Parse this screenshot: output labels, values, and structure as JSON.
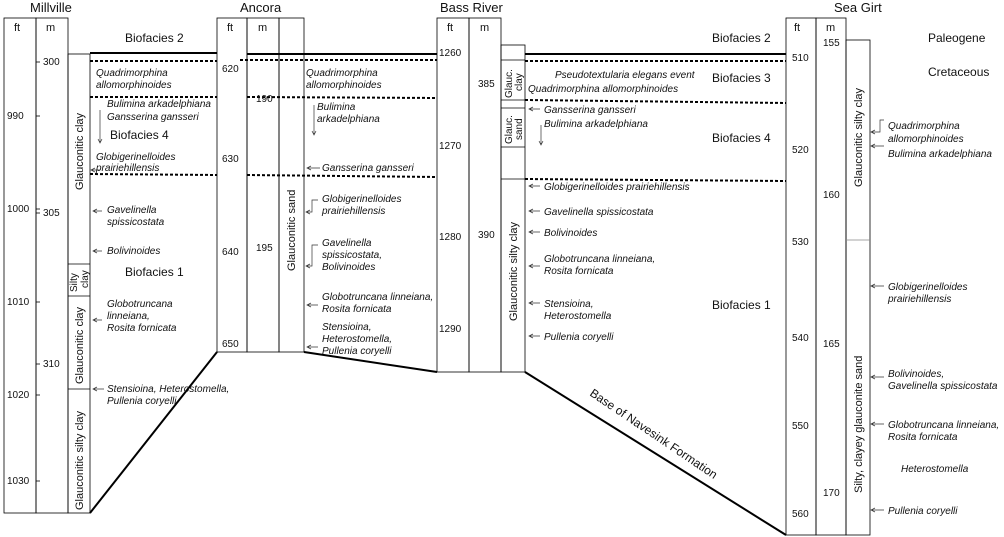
{
  "sections": {
    "millville": "Millville",
    "ancora": "Ancora",
    "bass_river": "Bass River",
    "sea_girt": "Sea Girt"
  },
  "units": {
    "ft": "ft",
    "m": "m"
  },
  "depths": {
    "millville_ft": [
      "990",
      "1000",
      "1010",
      "1020",
      "1030"
    ],
    "millville_m": [
      "300",
      "305",
      "310"
    ],
    "ancora_ft": [
      "620",
      "630",
      "640",
      "650"
    ],
    "ancora_m": [
      "190",
      "195"
    ],
    "bass_ft": [
      "1260",
      "1270",
      "1280",
      "1290"
    ],
    "bass_m": [
      "385",
      "390"
    ],
    "seagirt_ft": [
      "510",
      "520",
      "530",
      "540",
      "550",
      "560"
    ],
    "seagirt_m": [
      "155",
      "160",
      "165",
      "170"
    ]
  },
  "lithology": {
    "glauconitic_clay": "Glauconitic clay",
    "silty": "Silty",
    "clay": "clay",
    "glauconitic_silty_clay": "Glauconitic silty clay",
    "glauconitic_sand": "Glauconitic sand",
    "glauc": "Glauc.",
    "sand": "sand",
    "silty_clayey_glauconite_sand": "Silty, clayey glauconite sand"
  },
  "biofacies": {
    "b1": "Biofacies 1",
    "b2": "Biofacies 2",
    "b3": "Biofacies 3",
    "b4": "Biofacies 4"
  },
  "periods": {
    "paleogene": "Paleogene",
    "cretaceous": "Cretaceous"
  },
  "base_label": "Base of Navesink Formation",
  "taxa": {
    "quadrimorphina": "Quadrimorphina",
    "allomorphinoides": "allomorphinoides",
    "quadrimorphina_allomorphinoides": "Quadrimorphina allomorphinoides",
    "bulimina_arkadelphiana": "Bulimina arkadelphiana",
    "bulimina": "Bulimina",
    "arkadelphiana": "arkadelphiana",
    "gansserina_gansseri": "Gansserina gansseri",
    "globigerinelloides": "Globigerinelloides",
    "prairiehillensis": "prairiehillensis",
    "globigerinelloides_prairiehillensis": "Globigerinelloides prairiehillensis",
    "gavelinella": "Gavelinella",
    "spissicostata": "spissicostata",
    "spissicostata_comma": "spissicostata,",
    "gavelinella_spissicostata": "Gavelinella spissicostata",
    "bolivinoides": "Bolivinoides",
    "bolivinoides_comma": "Bolivinoides,",
    "globotruncana": "Globotruncana",
    "linneiana": "linneiana,",
    "globotruncana_linneiana": "Globotruncana linneiana,",
    "rosita_fornicata": "Rosita fornicata",
    "rosita_fornicata_comma": "Rosita fornicata,",
    "stensioina_heterostomella": "Stensioina, Heterostomella,",
    "stensioina": "Stensioina,",
    "heterostomella": "Heterostomella",
    "heterostomella_comma": "Heterostomella,",
    "pullenia_coryelli": "Pullenia coryelli",
    "pseudotextularia_event": "Pseudotextularia elegans event",
    "gavelinella_spissicostata_comma": "Gavelinella spissicostata"
  }
}
